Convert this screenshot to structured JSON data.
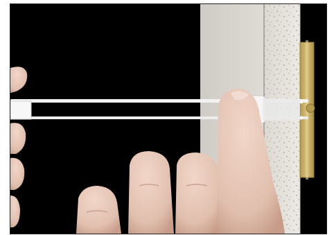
{
  "scene": {
    "colors": {
      "background": "#000000",
      "drywall_face": "#d9d6d0",
      "drywall_core": "#e6e3de",
      "core_speckle": "#b9b5ae",
      "bracket": "#c9b26a",
      "bracket_edge": "#9f8a45",
      "tool_white": "#f2f2f2",
      "skin": "#e7c8b9",
      "skin_shadow": "#c9a291",
      "nail": "#f0dcd2"
    },
    "objects": [
      "drywall-panel",
      "drywall-core",
      "brass-mounting-plate",
      "toggle-anchor-installation-tool",
      "left-hand",
      "right-hand-fingers"
    ]
  }
}
